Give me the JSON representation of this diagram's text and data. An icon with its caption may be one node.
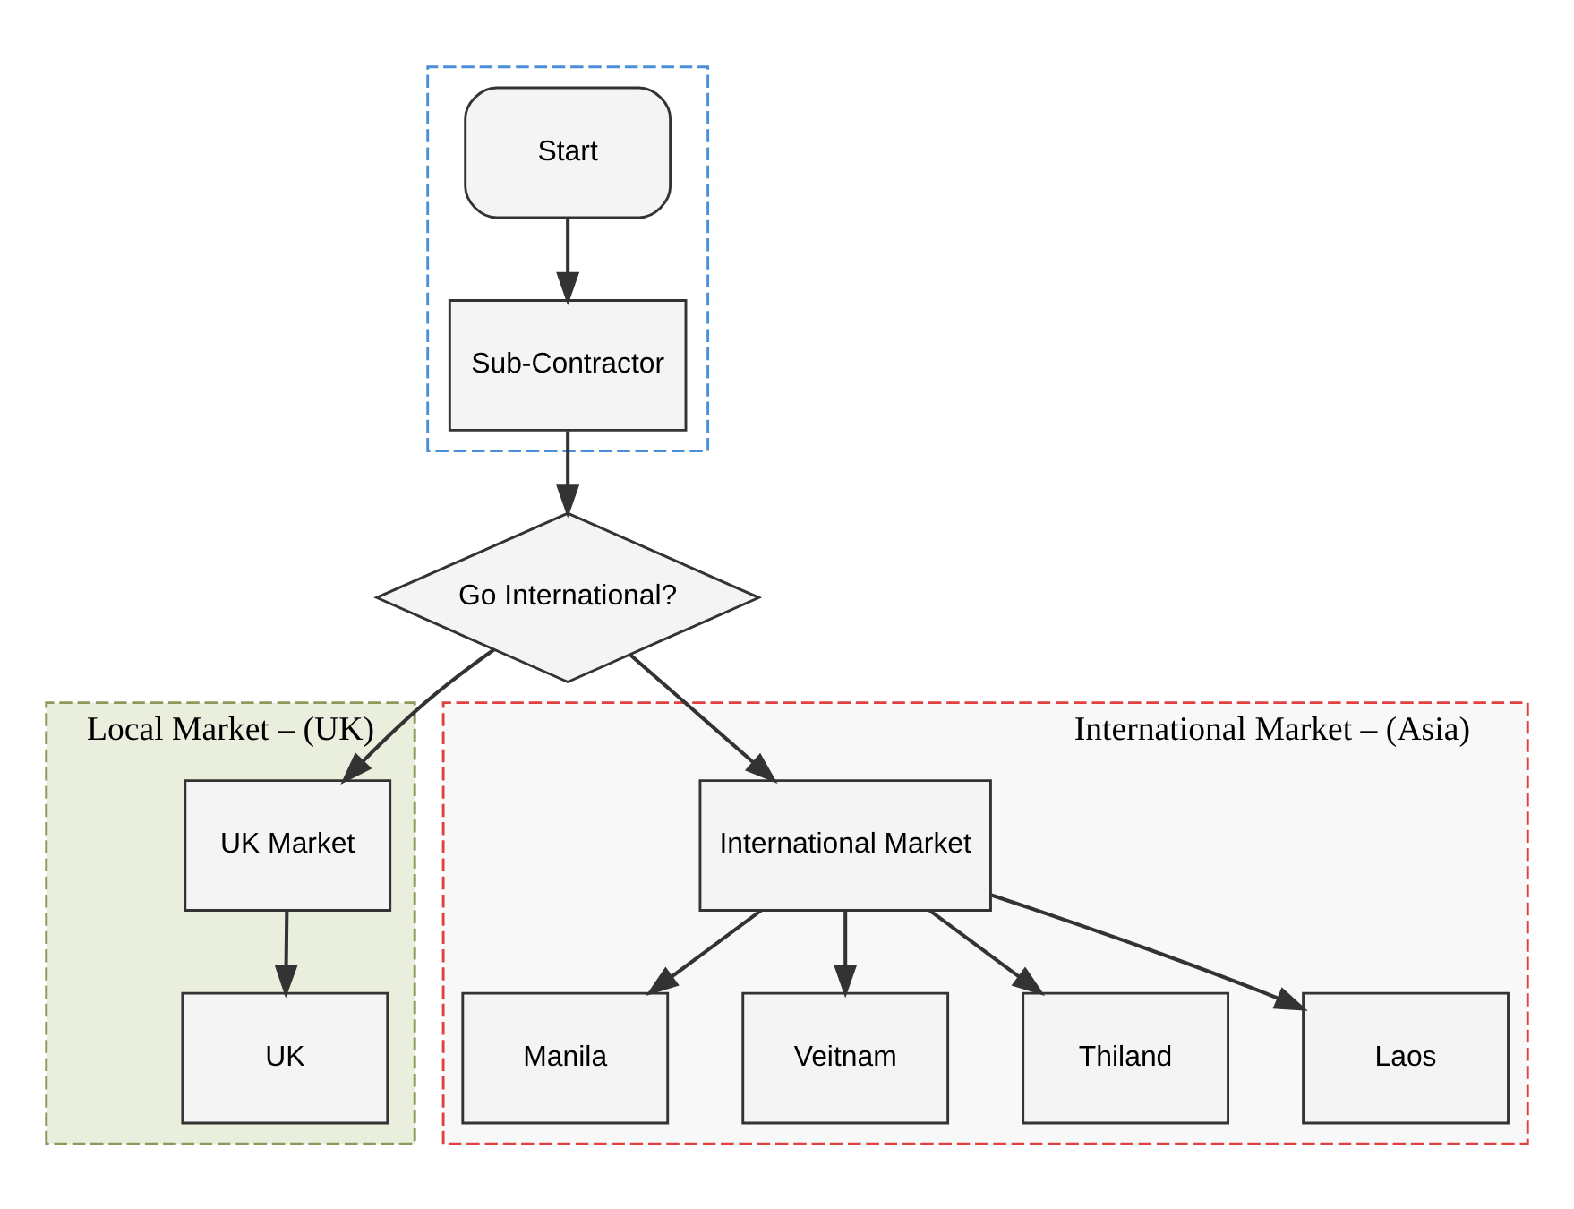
{
  "diagram": {
    "nodes": [
      {
        "text": [],
        "shape": "box"
      },
      {
        "text": [
          "Start"
        ],
        "in": 0
      },
      {
        "text": [
          "Sub-Contractor"
        ],
        "in": 0
      },
      {
        "text": [
          "Go International?"
        ]
      },
      {
        "text": [
          "Local Market – (UK)"
        ]
      },
      {
        "text": [
          "UK Market"
        ],
        "in": 4
      },
      {
        "text": [
          "UK"
        ],
        "in": 4
      },
      {
        "text": [
          "International Market – (Asia)"
        ]
      },
      {
        "text": [
          "International Market"
        ],
        "in": 7
      },
      {
        "text": [
          "Manila"
        ],
        "in": 7
      },
      {
        "text": [
          "Veitnam"
        ],
        "in": 7
      },
      {
        "text": [
          "Thiland"
        ],
        "in": 7
      },
      {
        "text": [
          "Laos"
        ],
        "in": 7
      }
    ],
    "edges": [
      {
        "from": 1,
        "to": 2,
        "arrow": "to"
      },
      {
        "from": 2,
        "to": 3,
        "arrow": "to"
      },
      {
        "from": 3,
        "to": 5,
        "arrow": "to"
      },
      {
        "from": 3,
        "to": 8,
        "arrow": "to"
      },
      {
        "from": 5,
        "to": 6,
        "arrow": "to"
      },
      {
        "from": 8,
        "to": 9,
        "arrow": "to"
      },
      {
        "from": 8,
        "to": 10,
        "arrow": "to"
      },
      {
        "from": 8,
        "to": 11,
        "arrow": "to"
      },
      {
        "from": 8,
        "to": 12,
        "arrow": "to"
      }
    ]
  }
}
